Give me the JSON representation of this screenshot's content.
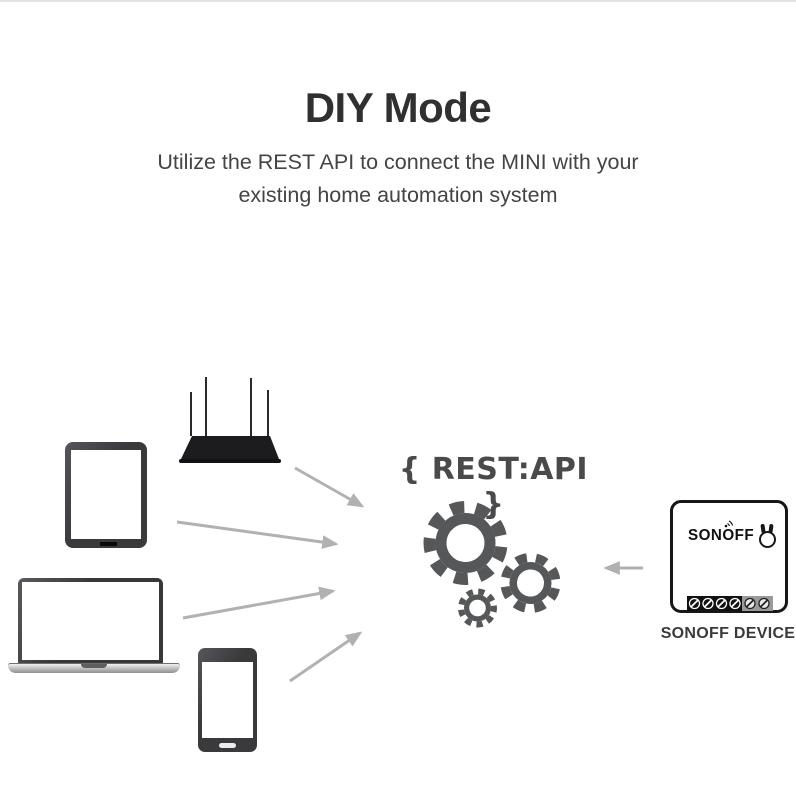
{
  "header": {
    "title": "DIY Mode",
    "subtitle_line1": "Utilize the REST API to connect the MINI with your",
    "subtitle_line2": "existing home automation system"
  },
  "diagram": {
    "api_label": "{ REST:API }",
    "sources": [
      "tablet",
      "wifi-router",
      "laptop",
      "smartphone"
    ],
    "sonoff": {
      "logo": "SONOFF",
      "caption": "SONOFF DEVICE"
    }
  },
  "icons": {
    "gears": "gears-icon",
    "tablet": "tablet-icon",
    "router": "wifi-router-icon",
    "laptop": "laptop-icon",
    "phone": "smartphone-icon",
    "device": "sonoff-device-icon"
  },
  "colors": {
    "gear": "#565759",
    "arrow": "#b1b1b1",
    "title_text": "#303030",
    "body_text": "#444444",
    "device_outline": "#171717"
  }
}
